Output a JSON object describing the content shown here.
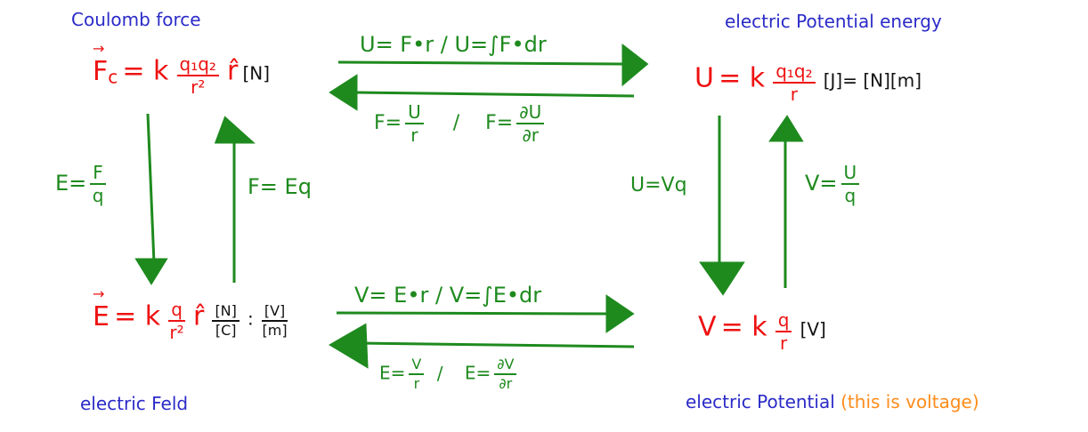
{
  "labels": {
    "coulomb_force": "Coulomb force",
    "electric_potential_energy": "electric Potential energy",
    "electric_field": "electric Feld",
    "electric_potential": "electric Potential",
    "voltage_note": "(this is voltage)"
  },
  "formulas": {
    "coulomb": {
      "lhs": "F",
      "sub": "c",
      "eq": "= k",
      "num": "q₁q₂",
      "den": "r²",
      "tail": "r̂",
      "unit": "[N]"
    },
    "energy": {
      "lhs": "U",
      "eq": "= k",
      "num": "q₁q₂",
      "den": "r",
      "unit": "[J]= [N][m]"
    },
    "field": {
      "lhs": "E",
      "eq": "= k",
      "num": "q",
      "den": "r²",
      "tail": "r̂",
      "unit_num1": "[N]",
      "unit_den1": "[C]",
      "unit_num2": "[V]",
      "unit_den2": "[m]"
    },
    "potential": {
      "lhs": "V",
      "eq": "= k",
      "num": "q",
      "den": "r",
      "unit": "[V]"
    }
  },
  "relations": {
    "top_right": "U= F•r / U=∫F•dr",
    "top_left_a_pre": "F=",
    "top_left_a_num": "U",
    "top_left_a_den": "r",
    "top_left_sep": "/",
    "top_left_b_pre": "F=",
    "top_left_b_num": "∂U",
    "top_left_b_den": "∂r",
    "left_down_pre": "E=",
    "left_down_num": "F",
    "left_down_den": "q",
    "left_up": "F= Eq",
    "right_down": "U=Vq",
    "right_up_pre": "V=",
    "right_up_num": "U",
    "right_up_den": "q",
    "bottom_right": "V= E•r / V=∫E•dr",
    "bottom_left_a_pre": "E=",
    "bottom_left_a_num": "V",
    "bottom_left_a_den": "r",
    "bottom_left_sep": "/",
    "bottom_left_b_pre": "E=",
    "bottom_left_b_num": "∂V",
    "bottom_left_b_den": "∂r"
  },
  "colors": {
    "label": "#2b2bc8",
    "formula": "#ee1111",
    "relation": "#1e8a1e",
    "unit": "#111111",
    "note": "#ff8c1a"
  }
}
